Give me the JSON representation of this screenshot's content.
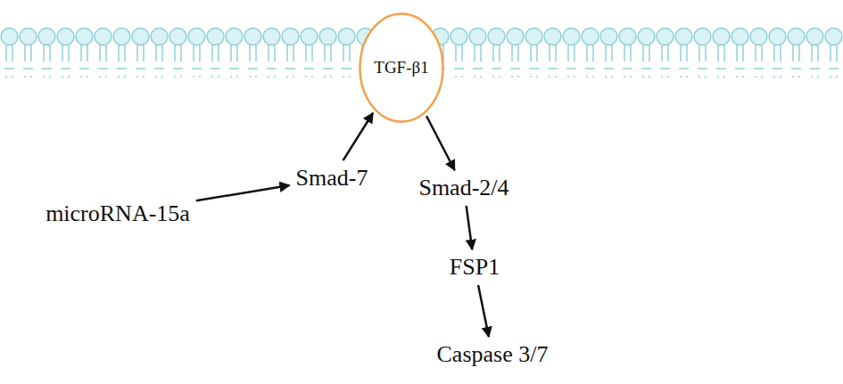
{
  "diagram": {
    "nodes": [
      {
        "text": [
          "TGF-β1"
        ]
      },
      {
        "text": [
          "microRNA-15a"
        ]
      },
      {
        "text": [
          "Smad-7"
        ]
      },
      {
        "text": [
          "Smad-2/4"
        ]
      },
      {
        "text": [
          "FSP1"
        ]
      },
      {
        "text": [
          "Caspase 3/7"
        ]
      }
    ],
    "edges": [
      {
        "from": 1,
        "to": 2,
        "arrow": "to"
      },
      {
        "from": 2,
        "to": 0,
        "arrow": "to"
      },
      {
        "from": 0,
        "to": 3,
        "arrow": "to"
      },
      {
        "from": 3,
        "to": 4,
        "arrow": "to"
      },
      {
        "from": 4,
        "to": 5,
        "arrow": "to"
      }
    ]
  }
}
